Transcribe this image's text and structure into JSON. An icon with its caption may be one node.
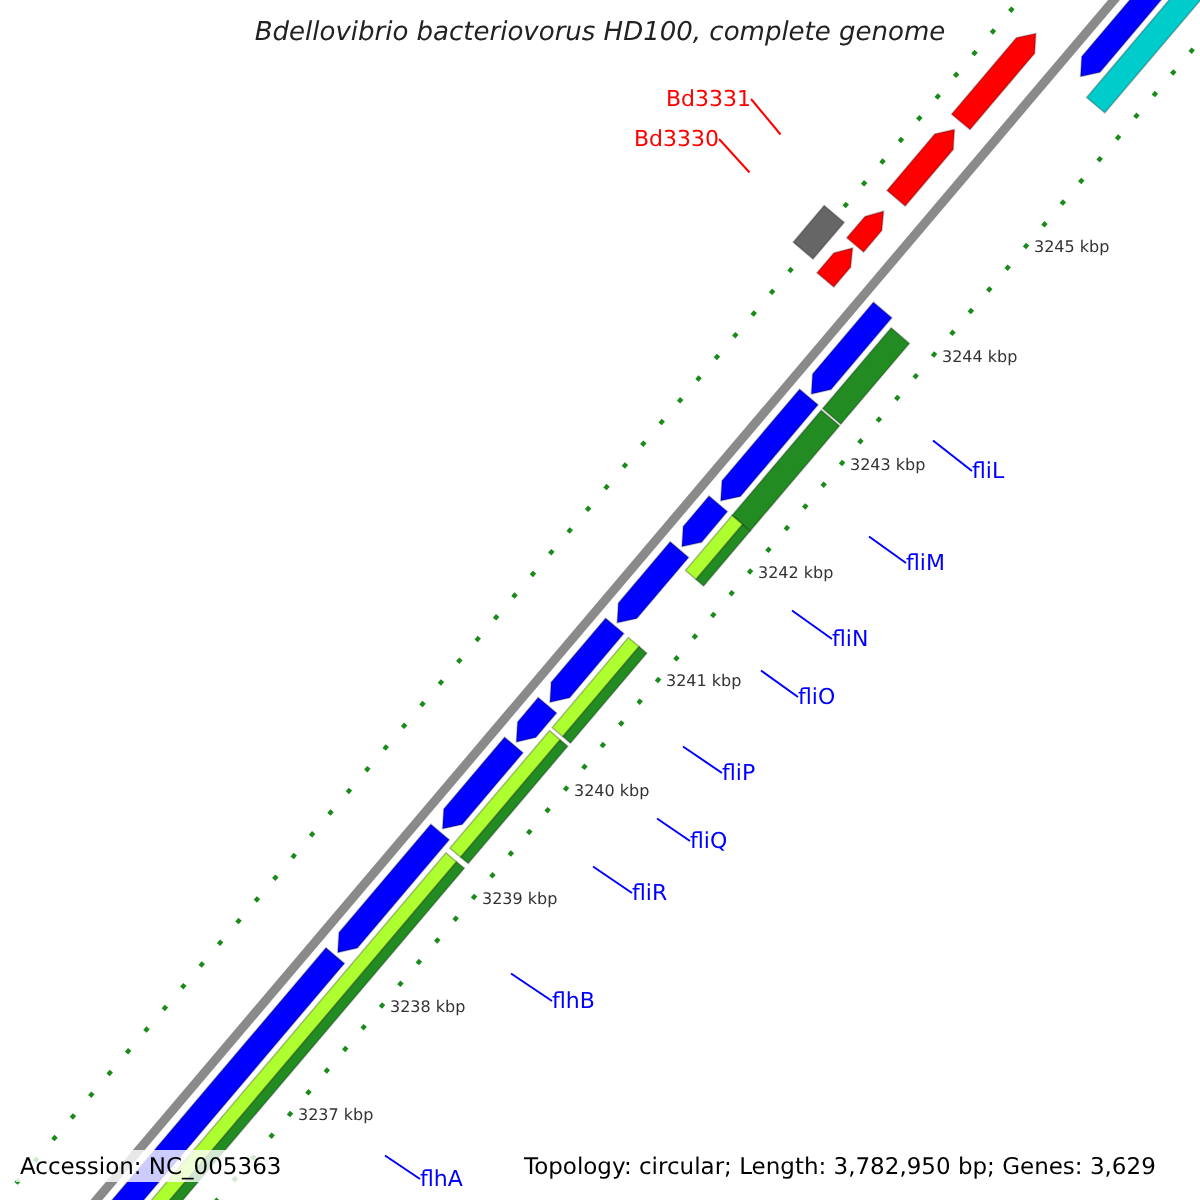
{
  "diagram": {
    "title": "Bdellovibrio bacteriovorus HD100, complete genome",
    "nodes": [
      {
        "text": [
          "Bd3331"
        ]
      },
      {
        "text": [
          "Bd3330"
        ]
      },
      {
        "text": [
          "fliL"
        ]
      },
      {
        "text": [
          "fliM"
        ]
      },
      {
        "text": [
          "fliN"
        ]
      },
      {
        "text": [
          "fliO"
        ]
      },
      {
        "text": [
          "fliP"
        ]
      },
      {
        "text": [
          "fliQ"
        ]
      },
      {
        "text": [
          "fliR"
        ]
      },
      {
        "text": [
          "flhB"
        ]
      },
      {
        "text": [
          "flhA"
        ]
      }
    ],
    "edges": [
      {
        "from": 0,
        "to": null,
        "arrow": "none",
        "color": "#ff0000"
      },
      {
        "from": 1,
        "to": null,
        "arrow": "none",
        "color": "#ff0000"
      },
      {
        "from": 2,
        "to": null,
        "arrow": "none"
      },
      {
        "from": 3,
        "to": null,
        "arrow": "none"
      },
      {
        "from": 4,
        "to": null,
        "arrow": "none"
      },
      {
        "from": 5,
        "to": null,
        "arrow": "none"
      },
      {
        "from": 6,
        "to": null,
        "arrow": "none"
      },
      {
        "from": 7,
        "to": null,
        "arrow": "none"
      },
      {
        "from": 8,
        "to": null,
        "arrow": "none"
      },
      {
        "from": 9,
        "to": null,
        "arrow": "none"
      },
      {
        "from": 10,
        "to": null,
        "arrow": "none"
      }
    ],
    "labels": [
      "3245 kbp",
      "3244 kbp",
      "3243 kbp",
      "3242 kbp",
      "3241 kbp",
      "3240 kbp",
      "3239 kbp",
      "3238 kbp",
      "3237 kbp",
      "Accession: NC_005363",
      "Topology: circular; Length: 3,782,950 bp; Genes: 3,629"
    ]
  }
}
